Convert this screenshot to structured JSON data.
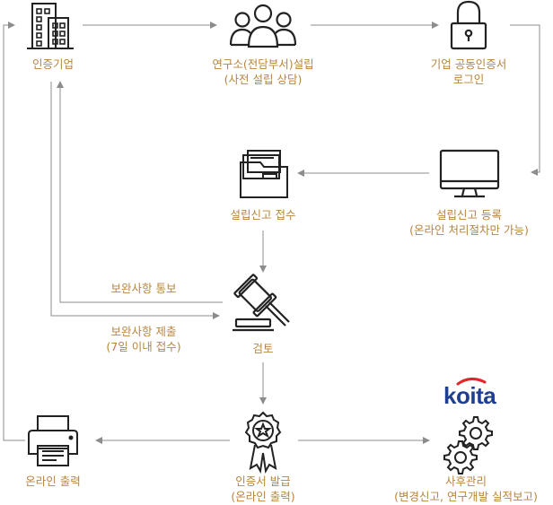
{
  "nodes": {
    "certified_company": "인증기업",
    "establish": {
      "line1": "연구소(전담부서)설립",
      "line2": "(사전 설립 상담)"
    },
    "login": {
      "line1": "기업 공동인증서",
      "line2": "로그인"
    },
    "register": {
      "line1": "설립신고 등록",
      "line2": "(온라인 처리절차만 가능)"
    },
    "receipt": "설립신고 접수",
    "review": "검토",
    "certificate": {
      "line1": "인증서 발급",
      "line2": "(온라인 출력)"
    },
    "print": "온라인 출력",
    "aftercare": {
      "line1": "사후관리",
      "line2": "(변경신고, 연구개발 실적보고)"
    }
  },
  "notes": {
    "supplement_notice": "보완사항 통보",
    "supplement_submit": {
      "line1": "보완사항 제출",
      "line2": "(7일 이내 접수)"
    }
  },
  "logo": "koita",
  "colors": {
    "label": "#b7863d",
    "line": "#8c8c8c",
    "icon": "#222222",
    "logo": "#1f3f91",
    "logo_accent": "#e2252b"
  }
}
